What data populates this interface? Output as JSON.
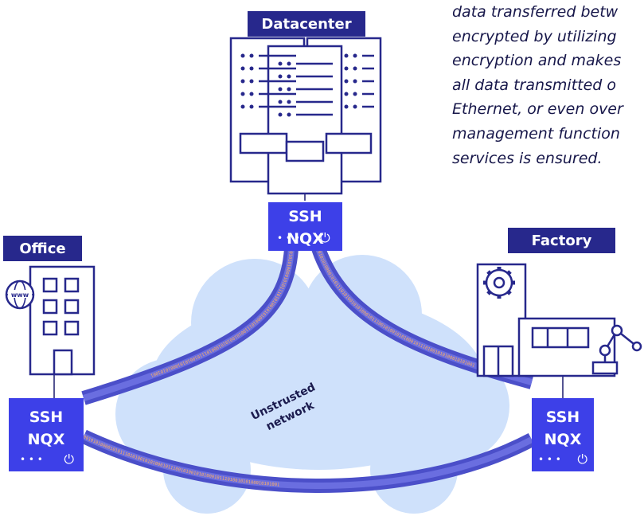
{
  "description_lines": [
    "data transferred betw",
    "encrypted by utilizing",
    "encryption and makes",
    "all data transmitted o",
    "Ethernet, or even over",
    "management function",
    "services is ensured."
  ],
  "sites": {
    "datacenter": {
      "label": "Datacenter"
    },
    "office": {
      "label": "Office"
    },
    "factory": {
      "label": "Factory"
    }
  },
  "device": {
    "line1": "SSH",
    "line2": "NQX",
    "dots": "• • •",
    "power_symbol": "⏻"
  },
  "network": {
    "line1": "Unstrusted",
    "line2": "network"
  },
  "tunnel_bits": "00101010000101011101010010101000101110010100101010001011101001010100010101001",
  "colors": {
    "navy": "#27288c",
    "device_blue": "#3d40e8",
    "tube": "#4b4fc9",
    "tube_inner": "#ff9a3d",
    "cloud": "#cfe1fb",
    "line": "#1b1b6e"
  }
}
